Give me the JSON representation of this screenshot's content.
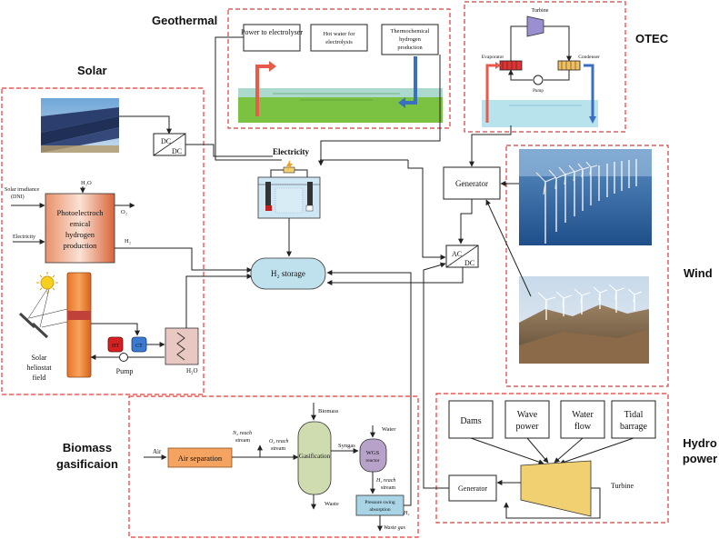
{
  "sections": {
    "geothermal": "Geothermal",
    "otec": "OTEC",
    "solar": "Solar",
    "wind": "Wind",
    "biomass_line1": "Biomass",
    "biomass_line2": "gasificaion",
    "hydro_line1": "Hydro",
    "hydro_line2": "power"
  },
  "geothermal": {
    "power_to_electrolyser": "Power to electrolyser",
    "hot_water_line1": "Hot water for",
    "hot_water_line2": "electrolysis",
    "thermo_line1": "Thermochemical",
    "thermo_line2": "hydrogen",
    "thermo_line3": "production"
  },
  "otec": {
    "turbine": "Turbine",
    "evaporator": "Evaporator",
    "condenser": "Condenser",
    "pump": "Pump"
  },
  "solar": {
    "dcdc_top": "DC",
    "dcdc_bottom": "DC",
    "h2o_top": "H₂O",
    "irradiance_line1": "Solar irradiance",
    "irradiance_line2": "(DNI)",
    "electricity_in": "Electricity",
    "pec_line1": "Photoelectroch",
    "pec_line2": "emical",
    "pec_line3": "hydrogen",
    "pec_line4": "production",
    "o2": "O₂",
    "h2": "H₂",
    "pump": "Pump",
    "heliostat_line1": "Solar",
    "heliostat_line2": "heliostat",
    "heliostat_line3": "field",
    "h2o_bottom": "H₂O",
    "tank_hot": "HT",
    "tank_cold": "CT"
  },
  "center": {
    "electricity": "Electricity",
    "h2_storage": "H₂ storage"
  },
  "wind": {
    "generator": "Generator",
    "acdc_top": "AC",
    "acdc_bottom": "DC"
  },
  "biomass": {
    "air": "Air",
    "air_separation": "Air separation",
    "n2_line1": "N₂ reach",
    "n2_line2": "stream",
    "o2_line1": "O₂ reach",
    "o2_line2": "stream",
    "biomass_in": "Biomass",
    "gasification": "Gasification",
    "syngas": "Syngas",
    "waste": "Waste",
    "water": "Water",
    "wgs_line1": "WGS",
    "wgs_line2": "reactor",
    "h2_line1": "H₂ reach",
    "h2_line2": "stream",
    "psa_line1": "Pressure swing",
    "psa_line2": "absorption",
    "h2_out": "H₂",
    "waste_gas": "Waste gas"
  },
  "hydro": {
    "dams": "Dams",
    "wave_line1": "Wave",
    "wave_line2": "power",
    "water_line1": "Water",
    "water_line2": "flow",
    "tidal_line1": "Tidal",
    "tidal_line2": "barrage",
    "generator": "Generator",
    "turbine": "Turbine"
  },
  "colors": {
    "dashed_border": "#e23b3b",
    "storage_fill": "#bfe1ee",
    "air_sep_fill": "#f4a460",
    "gasifier_fill": "#cfdcb0",
    "wgs_fill": "#b7a3c9",
    "psa_fill": "#a8d4e6",
    "turbine_fill": "#f0d070",
    "grass": "#7cc242",
    "sea": "#b8e2ec"
  }
}
